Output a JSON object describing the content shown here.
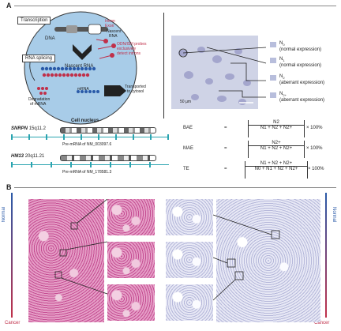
{
  "panel_a": {
    "letter": "A",
    "nucleus": {
      "transcription": "Transcription",
      "rna_splicing": "RNA splicing",
      "dna": "DNA",
      "intron": "Intron",
      "exon": "Exon",
      "nascent_rna_top": "Nascent",
      "nascent_rna_top2": "RNA",
      "nascent_rna": "Nascent RNA",
      "ish_probes": "ODN/ISH probes",
      "ish_probes2": "exclusively",
      "ish_probes3": "detect introns",
      "degradation": "Degradation",
      "degradation2": "of mRNA",
      "mrna": "mRNA",
      "transported": "Transported",
      "transported2": "to cytosol",
      "caption": "Cell nucleus"
    },
    "scale_bar": "50 µm",
    "legend": [
      {
        "sym": "N",
        "sub": "0",
        "desc": "(normal expression)"
      },
      {
        "sym": "N",
        "sub": "1",
        "desc": "(normal expression)"
      },
      {
        "sym": "N",
        "sub": "2",
        "desc": "(aberrant expression)"
      },
      {
        "sym": "N",
        "sub": "2+",
        "desc": "(aberrant expression)"
      }
    ],
    "genes": [
      {
        "name": "SNRPN",
        "loc": "15q11.2",
        "pre": "Pre-mRNA of NM_003097.6"
      },
      {
        "name": "HM13",
        "loc": "20q11.21",
        "pre": "Pre-mRNA of NM_178581.3"
      }
    ],
    "equations": [
      {
        "name": "BAE",
        "eq": "=",
        "num": "N2",
        "den": "N1 + N2 + N2+",
        "suffix": "× 100%"
      },
      {
        "name": "MAE",
        "eq": "=",
        "num": "N2+",
        "den": "N1 + N2 + N2+",
        "suffix": "× 100%"
      },
      {
        "name": "TE",
        "eq": "=",
        "num": "N1 + N2 + N2+",
        "den": "N0 + N1 + N2 + N2+",
        "suffix": "× 100%"
      }
    ]
  },
  "panel_b": {
    "letter": "B",
    "normal_left": "Normal",
    "cancer_left": "Cancer",
    "normal_right": "Normal",
    "cancer_right": "Cancer"
  }
}
